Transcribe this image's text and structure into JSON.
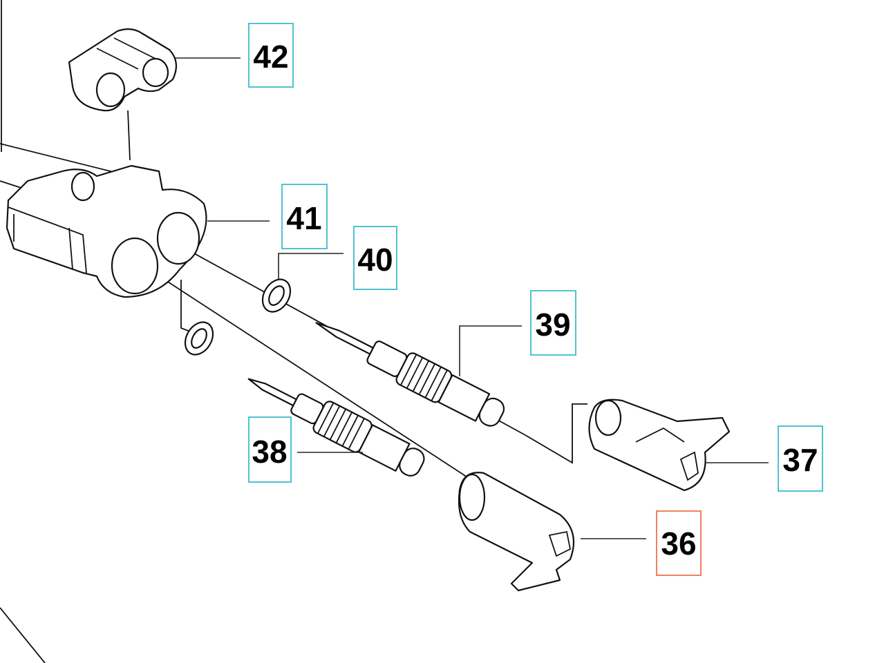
{
  "diagram": {
    "callouts": [
      {
        "id": "42",
        "label": "42",
        "state": "default"
      },
      {
        "id": "41",
        "label": "41",
        "state": "default"
      },
      {
        "id": "40",
        "label": "40",
        "state": "default"
      },
      {
        "id": "39",
        "label": "39",
        "state": "default"
      },
      {
        "id": "38",
        "label": "38",
        "state": "default"
      },
      {
        "id": "37",
        "label": "37",
        "state": "default"
      },
      {
        "id": "36",
        "label": "36",
        "state": "selected"
      }
    ],
    "colors": {
      "default": "#4fc3d0",
      "selected": "#f08060"
    }
  }
}
